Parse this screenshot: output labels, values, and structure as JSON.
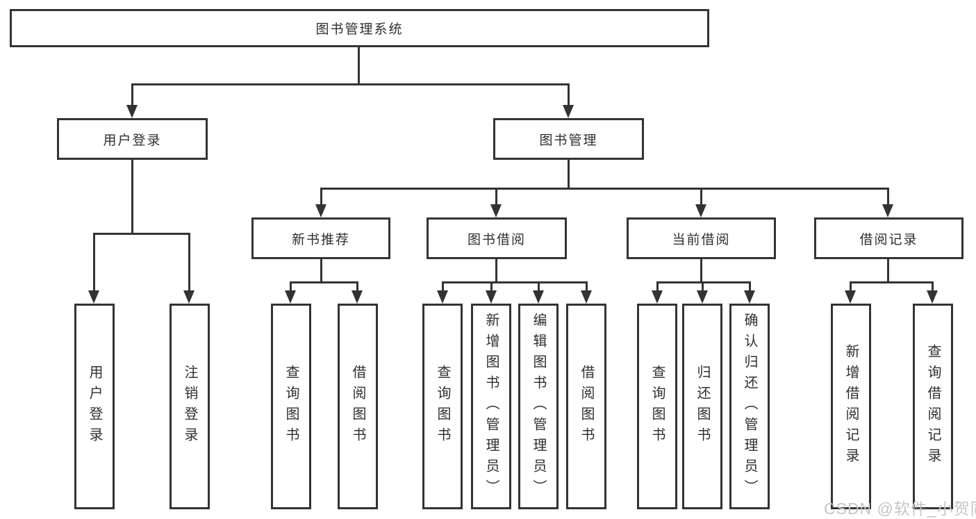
{
  "tree": {
    "root": {
      "label": "图书管理系统"
    },
    "level2": [
      {
        "label": "用户登录"
      },
      {
        "label": "图书管理"
      }
    ],
    "level3": [
      {
        "label": "新书推荐"
      },
      {
        "label": "图书借阅"
      },
      {
        "label": "当前借阅"
      },
      {
        "label": "借阅记录"
      }
    ],
    "leaves": {
      "user_login": [
        {
          "label": "用户登录"
        },
        {
          "label": "注销登录"
        }
      ],
      "new_books": [
        {
          "label": "查询图书"
        },
        {
          "label": "借阅图书"
        }
      ],
      "book_borrow": [
        {
          "label": "查询图书"
        },
        {
          "label": "新增图书（管理员）"
        },
        {
          "label": "编辑图书（管理员）"
        },
        {
          "label": "借阅图书"
        }
      ],
      "current_borrow": [
        {
          "label": "查询图书"
        },
        {
          "label": "归还图书"
        },
        {
          "label": "确认归还（管理员）"
        }
      ],
      "borrow_records": [
        {
          "label": "新增借阅记录"
        },
        {
          "label": "查询借阅记录"
        }
      ]
    }
  },
  "watermark": {
    "text": "CSDN @软件_小贺同学"
  },
  "colors": {
    "line": "#333333",
    "text": "#2f2f2f",
    "watermark": "#c6c6c6",
    "background": "#ffffff"
  }
}
